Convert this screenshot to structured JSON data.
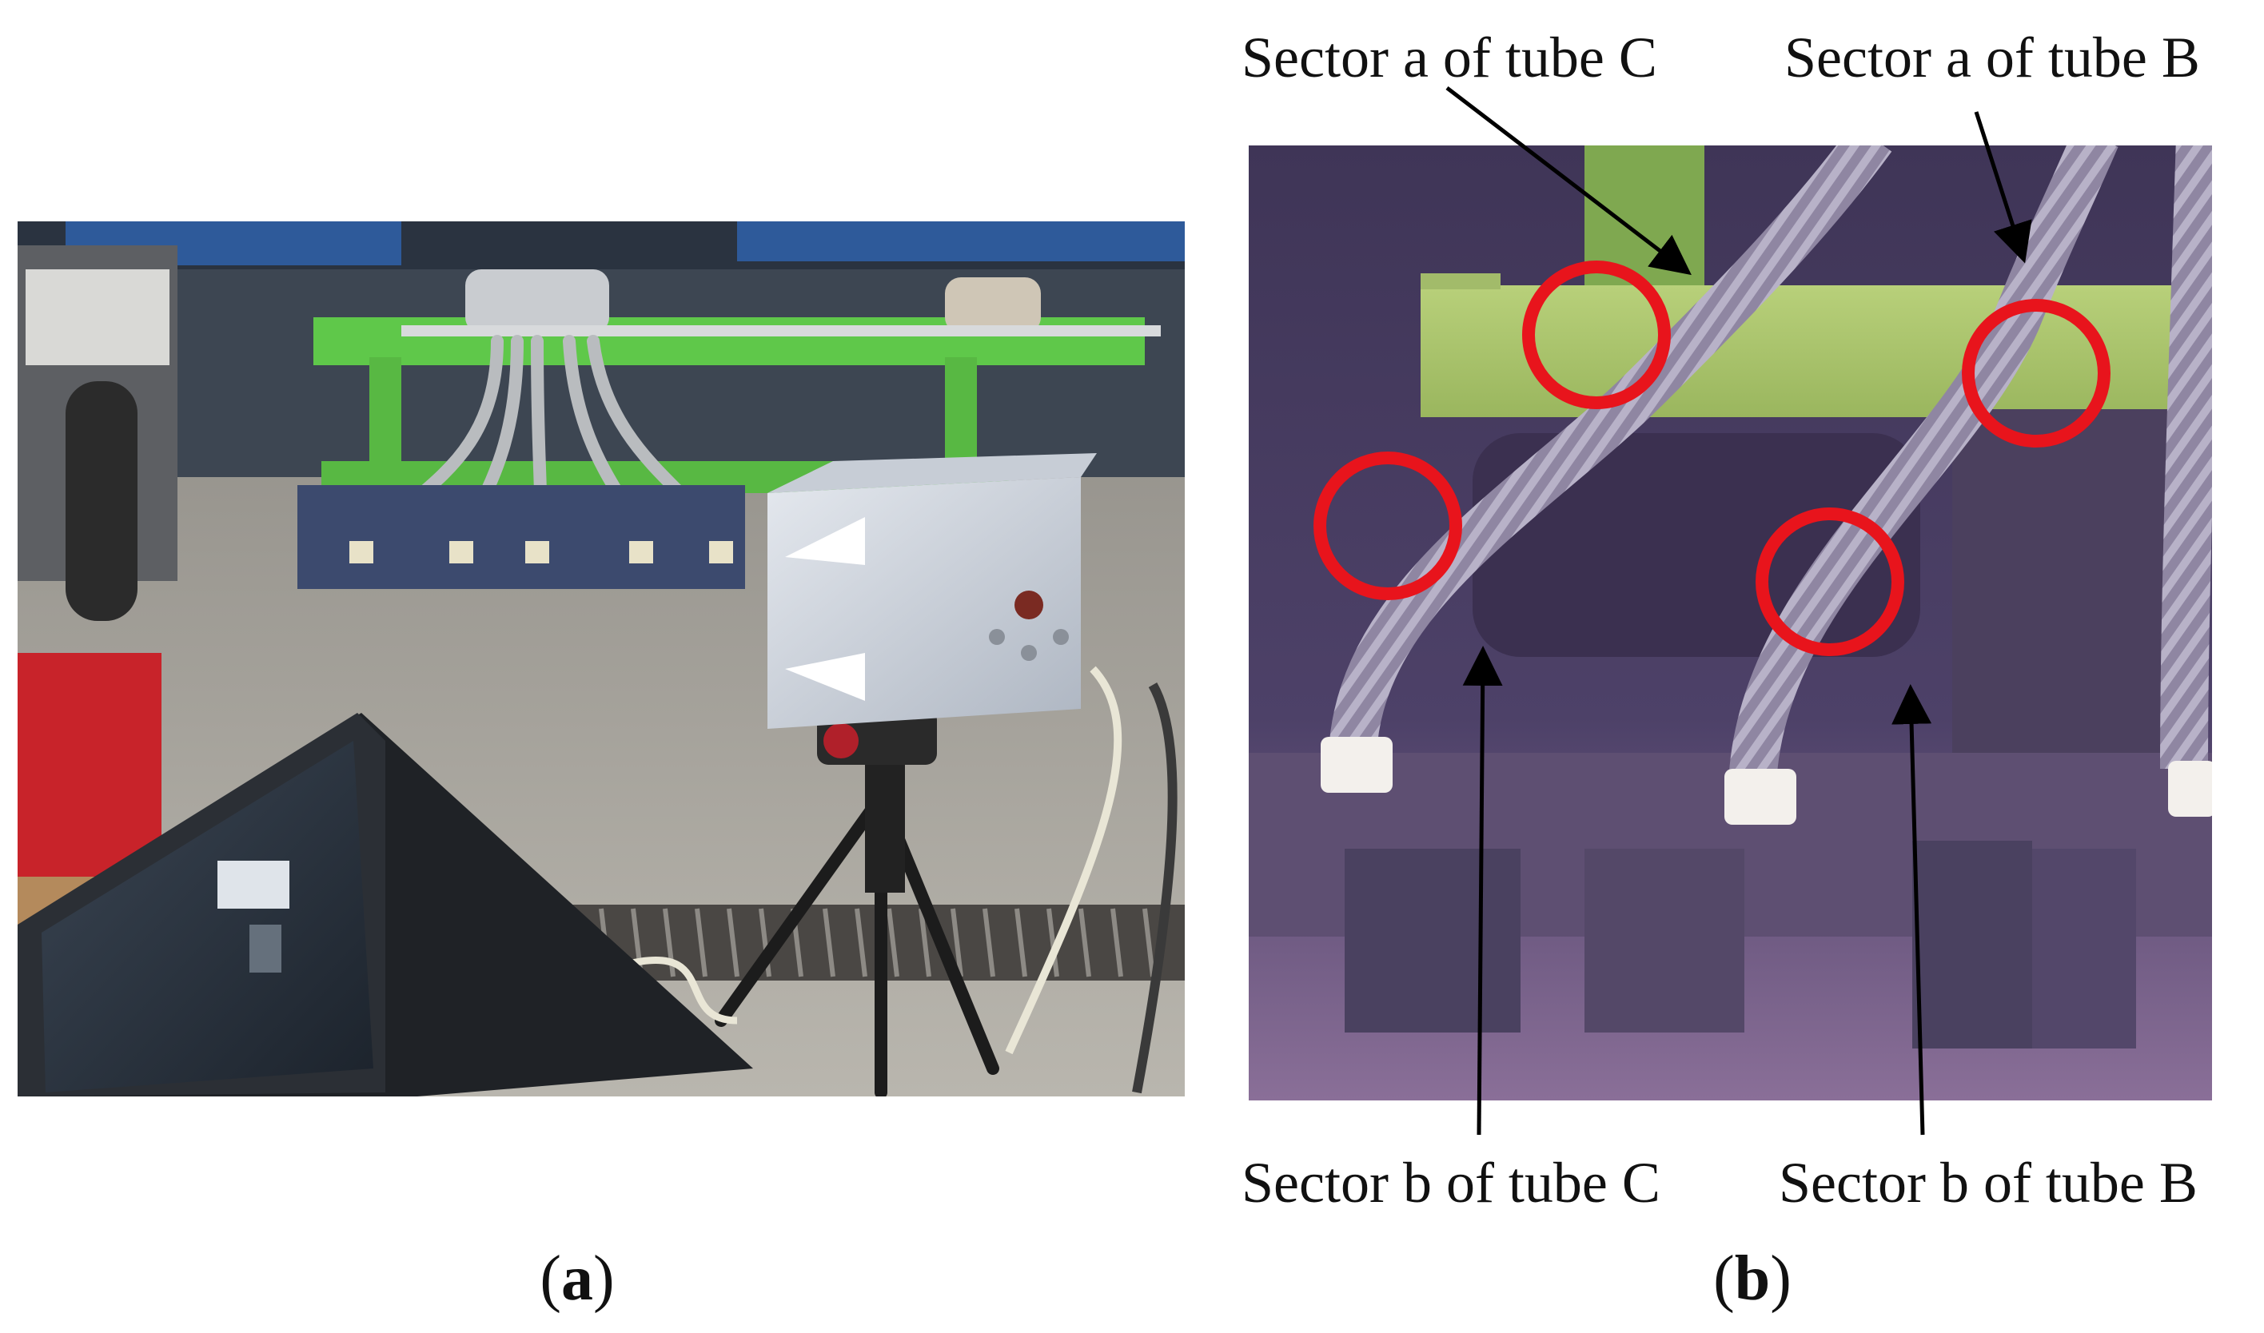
{
  "panel_a": {
    "caption_letter": "a"
  },
  "panel_b": {
    "caption_letter": "b",
    "labels": {
      "top_left": "Sector a of tube C",
      "top_right": "Sector a of tube B",
      "bottom_left": "Sector b of tube C",
      "bottom_right": "Sector b of tube B"
    },
    "marker_color": "#e8141c"
  }
}
